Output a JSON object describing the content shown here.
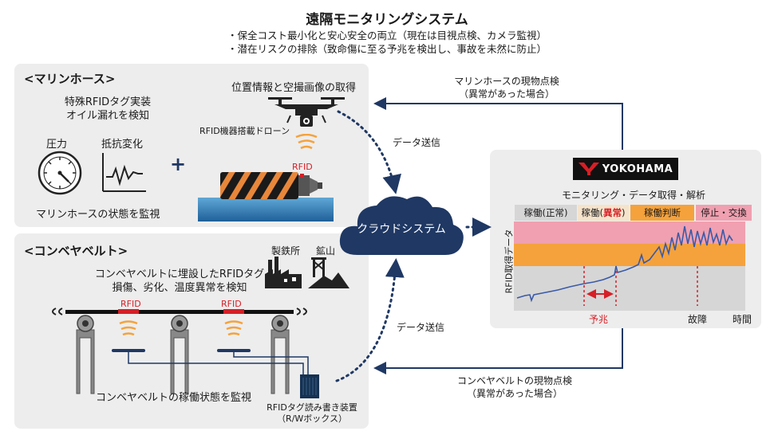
{
  "title": "遠隔モニタリングシステム",
  "bullets": [
    "・保全コスト最小化と安心安全の両立（現在は目視点検、カメラ監視）",
    "・潜在リスクの排除（致命傷に至る予兆を検出し、事故を未然に防止）"
  ],
  "marine": {
    "heading": "<マリンホース>",
    "tag_line1": "特殊RFIDタグ実装",
    "tag_line2": "オイル漏れを検知",
    "pressure": "圧力",
    "resistance": "抵抗変化",
    "plus": "+",
    "monitor": "マリンホースの状態を監視",
    "drone_caption": "位置情報と空撮画像の取得",
    "drone_label": "RFID機器搭載ドローン",
    "rfid": "RFID"
  },
  "conveyor": {
    "heading": "<コンベヤベルト>",
    "steel": "製鉄所",
    "mine": "鉱山",
    "line1": "コンベヤベルトに埋設したRFIDタグ",
    "line2": "損傷、劣化、温度異常を検知",
    "rfid1": "RFID",
    "rfid2": "RFID",
    "monitor": "コンベヤベルトの稼働状態を監視",
    "reader1": "RFIDタグ読み書き装置",
    "reader2": "（R/Wボックス）"
  },
  "cloud": {
    "label": "クラウドシステム",
    "send_top": "データ送信",
    "send_bottom": "データ送信"
  },
  "feedback": {
    "marine_line1": "マリンホースの現物点検",
    "marine_line2": "（異常があった場合）",
    "conveyor_line1": "コンベヤベルトの現物点検",
    "conveyor_line2": "（異常があった場合）"
  },
  "yokohama": {
    "logo": "YOKOHAMA",
    "caption": "モニタリング・データ取得・解析",
    "phase1": "稼働(正常)",
    "phase2_a": "稼働(",
    "phase2_b": "異常",
    "phase2_c": ")",
    "phase3": "稼働判断",
    "phase4": "停止・交換",
    "ylabel": "RFID取得データ",
    "sign": "予兆",
    "failure": "故障",
    "time": "時間"
  },
  "colors": {
    "navy": "#1f3864",
    "red": "#d61f26",
    "orange": "#f5a23c",
    "pink": "#f0a0b0",
    "grey": "#d6d6d6"
  }
}
